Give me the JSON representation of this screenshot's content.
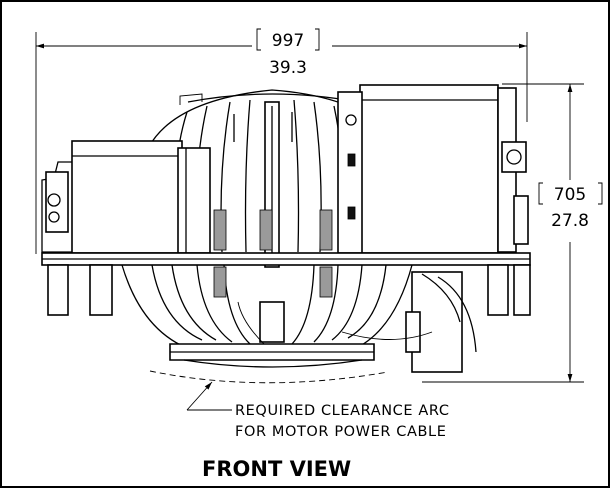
{
  "width_dimension": {
    "metric": "997",
    "imperial": "39.3"
  },
  "height_dimension": {
    "metric": "705",
    "imperial": "27.8"
  },
  "clearance_note": {
    "line1": "REQUIRED CLEARANCE ARC",
    "line2": "FOR MOTOR POWER CABLE"
  },
  "view_title": "FRONT VIEW"
}
